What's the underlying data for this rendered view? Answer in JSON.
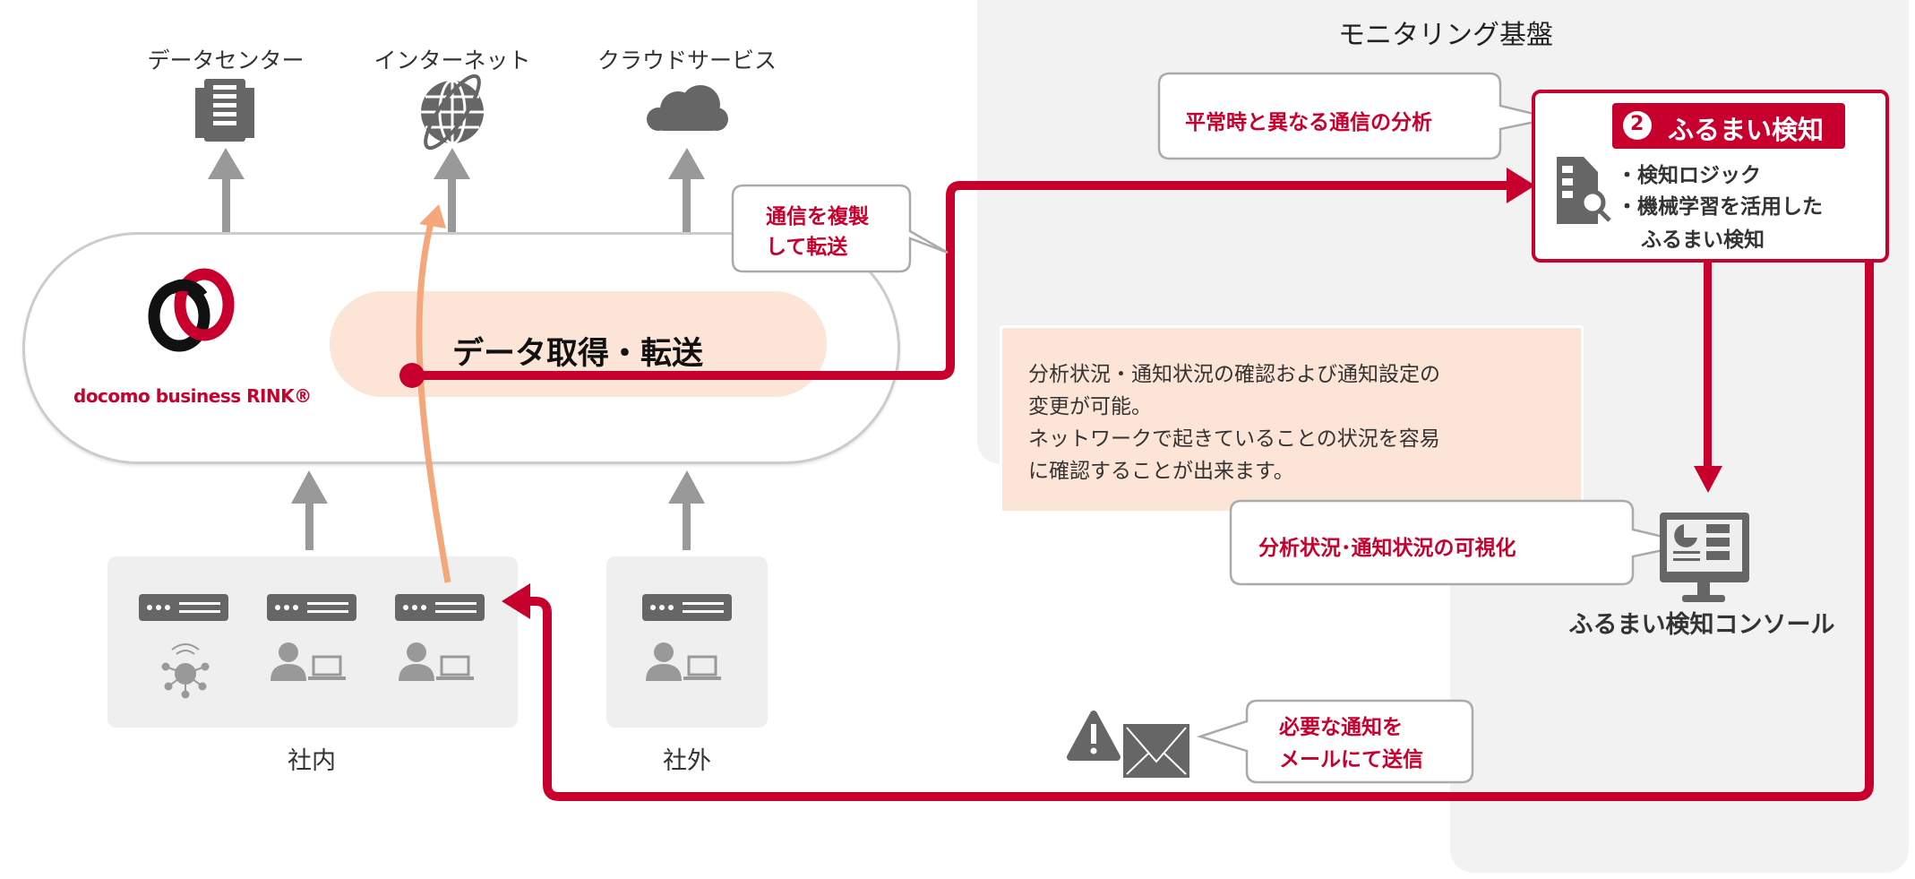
{
  "destinations": [
    {
      "label": "データセンター",
      "icon": "building-icon"
    },
    {
      "label": "インターネット",
      "icon": "globe-icon"
    },
    {
      "label": "クラウドサービス",
      "icon": "cloud-icon"
    }
  ],
  "network": {
    "brand": "docomo business RINK®",
    "function": "データ取得・転送",
    "copy_bubble": [
      "通信を複製",
      "して転送"
    ]
  },
  "sources": {
    "internal_label": "社内",
    "external_label": "社外"
  },
  "monitoring": {
    "title": "モニタリング基盤",
    "analysis_bubble": "平常時と異なる通信の分析",
    "detection": {
      "badge_number": "2",
      "badge_label": "ふるまい検知",
      "bullets": [
        "・検知ロジック",
        "・機械学習を活用した",
        "ふるまい検知"
      ]
    },
    "description": [
      "分析状況・通知状況の確認および通知設定の",
      "変更が可能。",
      "ネットワークで起きていることの状況を容易",
      "に確認することが出来ます。"
    ],
    "visualize_bubble": "分析状況･通知状況の可視化",
    "console_label": "ふるまい検知コンソール",
    "mail_bubble": [
      "必要な通知を",
      "メールにて送信"
    ]
  },
  "colors": {
    "accent": "#c8002d",
    "peach": "#fce4d6",
    "panel": "#f2f2f2",
    "icon": "#666666",
    "orange": "#f4a77a"
  }
}
